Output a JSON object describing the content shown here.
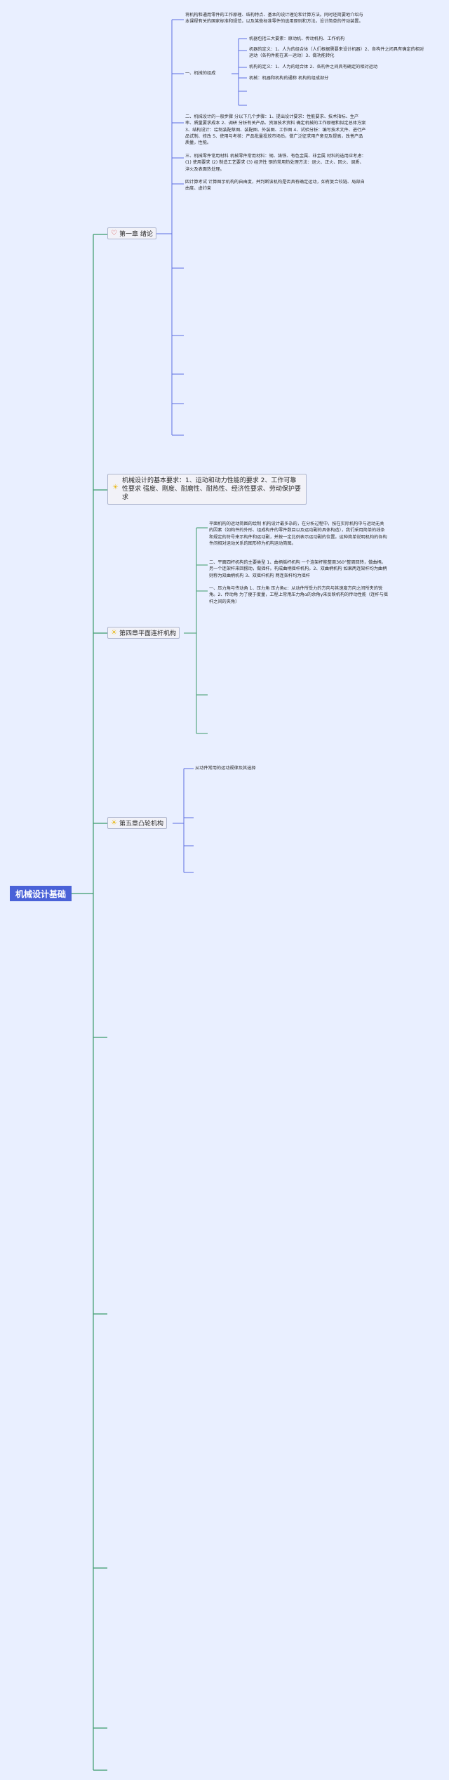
{
  "root": {
    "label": "机械设计基础"
  },
  "ch1": {
    "label": "第一章 绪论",
    "icon": "heart-icon",
    "intro": "将机构和通用零件的工作原理、结构特点、基本的设计理论和计算方法。同时还简要地介绍与本课程有关的国家标准和规范，以及某些标准零件的选用原则和方法。设计简单的传动装置。",
    "section1": {
      "label": "一、机械的组成",
      "items": [
        "机器包括三大要素：原动机、传动机构、工作机构",
        "机器的定义：1、人为的组合体（人们根据需要来设计机器）2、各构件之间具有确定的相对运动（各构件能在某一运动）3、做功能转化",
        "机构的定义：1、人为的组合体 2、各构件之间具有确定的相对运动",
        "机械：机器和机构的通称 机构的组成部分"
      ]
    },
    "section2": "二、机械设计的一般步骤 分以下几个步骤：1、提出设计要求：性能要求、技术指标、生产率、质量要求成本 2、调研 分析有关产品、资源技术资料 确定机械的工作原理和拟定总体方案 3、结构设计：绘制装配草图、装配图、外装图、工作图 4、试验分析：编写技术文件、进行产品试制、修改 5、使用与考核：产品批量投放市场后，做广泛征求用户意见及提高，改善产品质量，性能。",
    "section3": "三、机械零件常用材料 机械零件常用材料：钢、铸铁、有色金属、非金属 材料的选用应考虑：(1) 使用要求 (2) 制造工艺要求 (3) 经济性 钢的常用热处理方法：退火、正火、回火、调质、淬火及表面热处理。",
    "section4": "四计算考试 计算图示机构的自由度，并判断该机构是否具有确定运动，如有复合铰链、局部自由度、虚约束"
  },
  "ch2": {
    "label": "机械设计的基本要求：1、运动和动力性能的要求 2、工作可靠性要求 强度、刚度、耐磨性、耐热性、经济性要求、劳动保护要求",
    "icon": "star-icon"
  },
  "ch4": {
    "label": "第四章平面连杆机构",
    "icon": "star-icon",
    "items": [
      "平面机构的运动简图的绘制 机构设计最多杂的，在分析过程中，按在实际机构中与运动无关的因素（如构件的外形、组成构件的零件数目以及运动副的具体构造），我们采用简单的线条和规定的符号来示构件和运动副，并按一定比例表示运动副的位置。这种简单说明机构的各构件间相对运动关系的图形称为机构运动简图。",
      "二、平面四杆机构的主要类型 1、曲柄摇杆机构 一个连架杆能整周360°整周回转，做曲柄。另一个连架杆来回摆动，做摇杆。构成曲柄摇杆机构。2、双曲柄机构 如果两连架杆均为曲柄则称为双曲柄机构 3、双摇杆机构 两连架杆均为摇杆",
      "一、压力角与传动角 1、压力角 压力角α：从动件所受力的方向与其速度方向之间所夹的锐角。2、传动角 为了便于度量，工程上常用压力角α的余角γ来反映机构的传动性能（连杆与摇杆之间的夹角）"
    ]
  },
  "ch5": {
    "label": "第五章凸轮机构",
    "icon": "star-icon",
    "items": [
      "从动件常用的运动规律及其选择"
    ]
  },
  "colors": {
    "background": "#e9efff",
    "root": "#4a62d8",
    "line_root": "#3a9a6a",
    "line_ch1": "#5a6ee0",
    "line_ch4": "#3a9a6a",
    "line_ch5": "#5a6ee0"
  }
}
